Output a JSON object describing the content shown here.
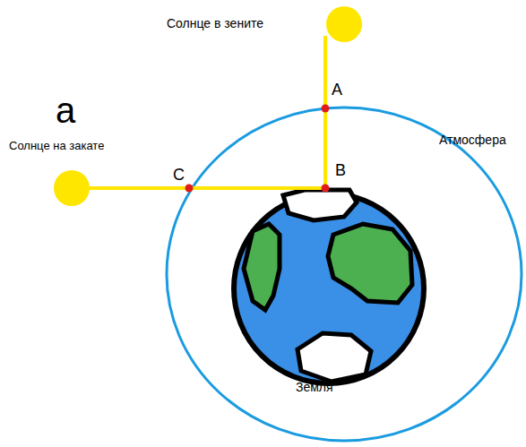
{
  "diagram": {
    "labels": [
      "Солнце в зените",
      "A",
      "B",
      "C",
      "Атмосфера",
      "а",
      "Солнце на закате",
      "Земля"
    ]
  }
}
